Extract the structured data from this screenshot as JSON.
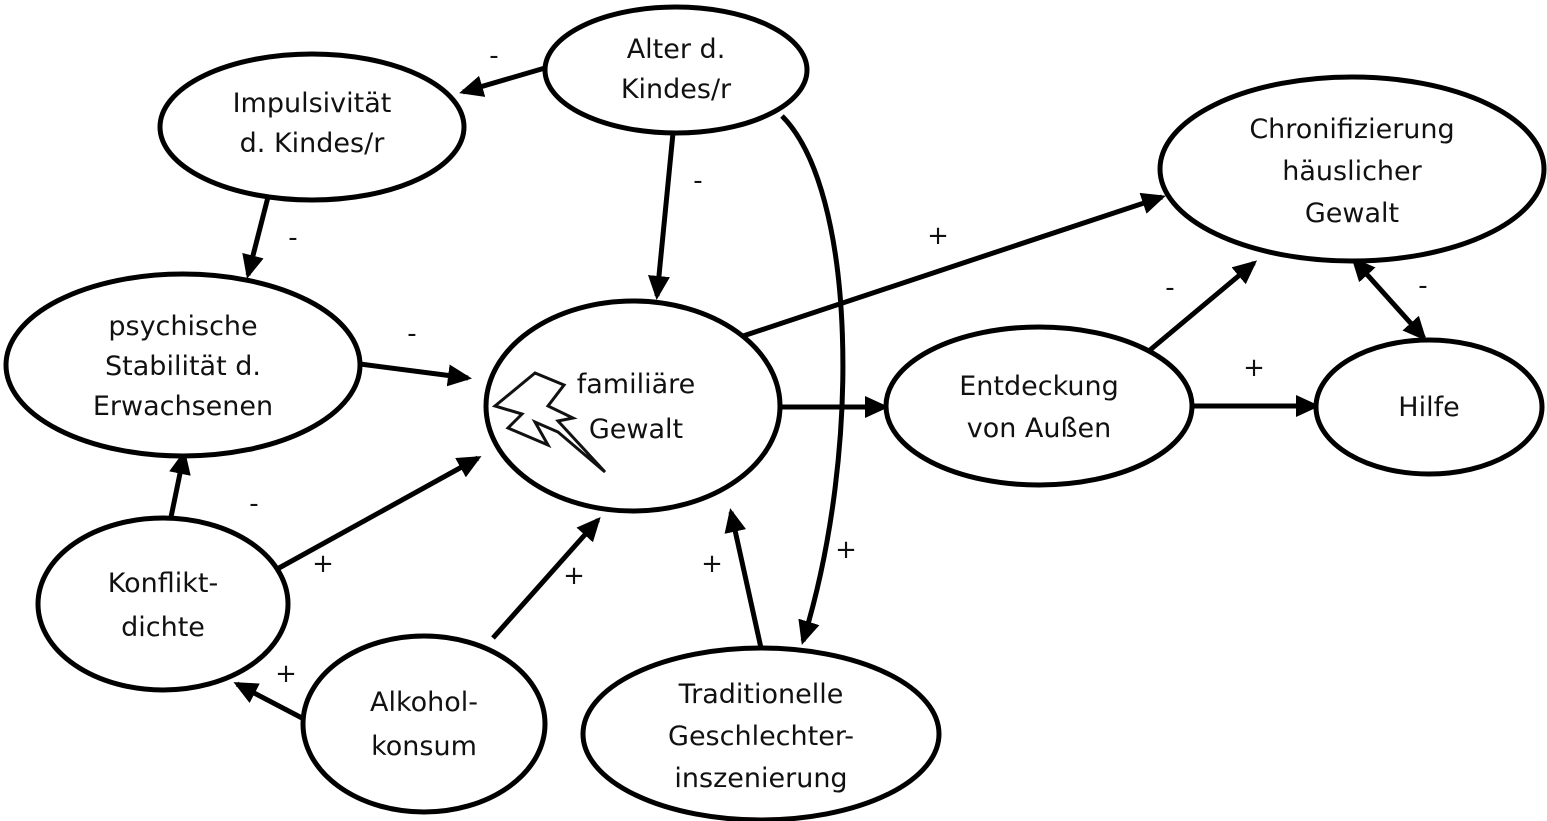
{
  "nodes": {
    "alter": {
      "lines": [
        "Alter d.",
        "Kindes/r"
      ]
    },
    "impuls": {
      "lines": [
        "Impulsivität",
        "d. Kindes/r"
      ]
    },
    "psych": {
      "lines": [
        "psychische",
        "Stabilität d.",
        "Erwachsenen"
      ]
    },
    "familiaer": {
      "lines": [
        "familiäre",
        "Gewalt"
      ]
    },
    "konflikt": {
      "lines": [
        "Konflikt-",
        "dichte"
      ]
    },
    "alkohol": {
      "lines": [
        "Alkohol-",
        "konsum"
      ]
    },
    "trad": {
      "lines": [
        "Traditionelle",
        "Geschlechter-",
        "inszenierung"
      ]
    },
    "entdeckung": {
      "lines": [
        "Entdeckung",
        "von Außen"
      ]
    },
    "chron": {
      "lines": [
        "Chronifizierung",
        "häuslicher",
        "Gewalt"
      ]
    },
    "hilfe": {
      "lines": [
        "Hilfe"
      ]
    }
  },
  "edges": [
    {
      "from": "alter",
      "to": "impuls",
      "sign": "-"
    },
    {
      "from": "alter",
      "to": "familiaer",
      "sign": "-"
    },
    {
      "from": "alter",
      "to": "trad",
      "sign": "+"
    },
    {
      "from": "impuls",
      "to": "psych",
      "sign": "-"
    },
    {
      "from": "psych",
      "to": "familiaer",
      "sign": "-"
    },
    {
      "from": "konflikt",
      "to": "psych",
      "sign": "-"
    },
    {
      "from": "konflikt",
      "to": "familiaer",
      "sign": "+"
    },
    {
      "from": "alkohol",
      "to": "konflikt",
      "sign": "+"
    },
    {
      "from": "alkohol",
      "to": "familiaer",
      "sign": "+"
    },
    {
      "from": "trad",
      "to": "familiaer",
      "sign": "+"
    },
    {
      "from": "familiaer",
      "to": "chron",
      "sign": "+"
    },
    {
      "from": "familiaer",
      "to": "entdeckung",
      "sign": ""
    },
    {
      "from": "entdeckung",
      "to": "chron",
      "sign": "-"
    },
    {
      "from": "entdeckung",
      "to": "hilfe",
      "sign": "+"
    },
    {
      "from": "chron",
      "to": "hilfe",
      "sign": "-",
      "bidirectional": true
    }
  ],
  "colors": {
    "stroke": "#000000",
    "background": "#ffffff",
    "text": "#111111"
  },
  "icons": {
    "familiaer": "lightning-bolt-icon"
  }
}
